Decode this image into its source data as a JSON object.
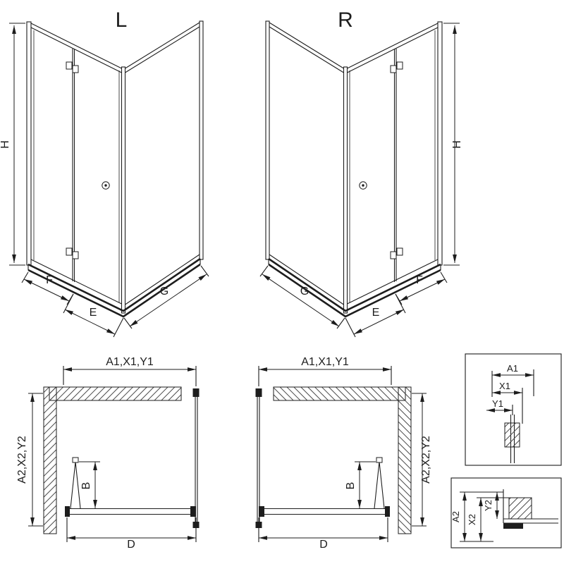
{
  "diagram": {
    "iso_left": {
      "label": "L",
      "h": "H",
      "f": "F",
      "e": "E",
      "g": "G"
    },
    "iso_right": {
      "label": "R",
      "h": "H",
      "f": "F",
      "e": "E",
      "g": "G"
    },
    "plan_left": {
      "top": "A1,X1,Y1",
      "side": "A2,X2,Y2",
      "b": "B",
      "d": "D"
    },
    "plan_right": {
      "top": "A1,X1,Y1",
      "side": "A2,X2,Y2",
      "b": "B",
      "d": "D"
    },
    "detail_top": {
      "a1": "A1",
      "x1": "X1",
      "y1": "Y1"
    },
    "detail_bottom": {
      "a2": "A2",
      "x2": "X2",
      "y2": "Y2"
    },
    "colors": {
      "line": "#1d1d1d",
      "background": "#ffffff"
    }
  }
}
